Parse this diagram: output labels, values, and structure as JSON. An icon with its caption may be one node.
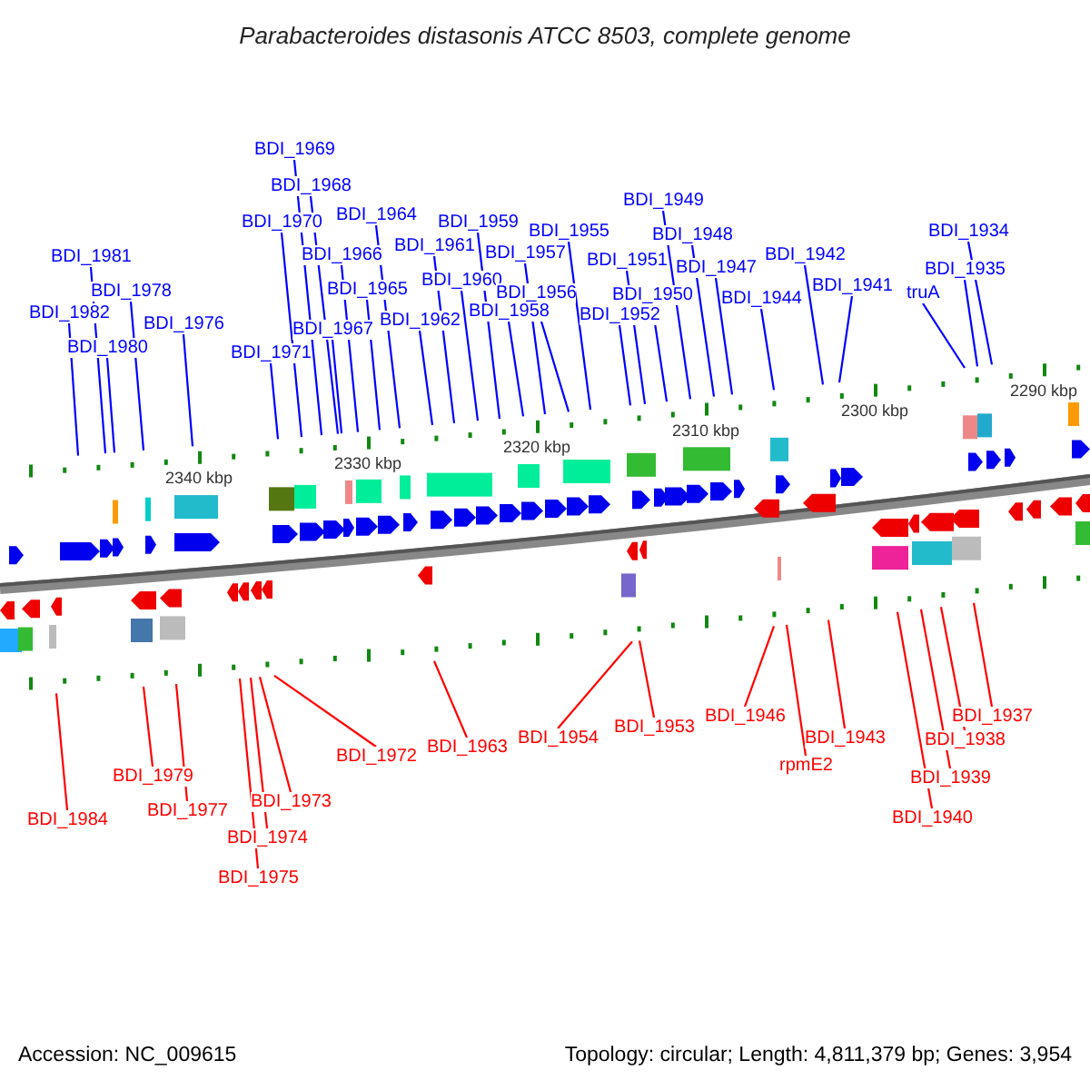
{
  "diagram": {
    "title": "Parabacteroides distasonis ATCC 8503, complete genome",
    "nodes": [
      {
        "text": [
          "BDI_1981"
        ]
      },
      {
        "text": [
          "BDI_1982"
        ]
      },
      {
        "text": [
          "BDI_1978"
        ]
      },
      {
        "text": [
          "BDI_1980"
        ]
      },
      {
        "text": [
          "BDI_1976"
        ]
      },
      {
        "text": [
          "BDI_1969"
        ]
      },
      {
        "text": [
          "BDI_1968"
        ]
      },
      {
        "text": [
          "BDI_1970"
        ]
      },
      {
        "text": [
          "BDI_1964"
        ]
      },
      {
        "text": [
          "BDI_1966"
        ]
      },
      {
        "text": [
          "BDI_1965"
        ]
      },
      {
        "text": [
          "BDI_1967"
        ]
      },
      {
        "text": [
          "BDI_1971"
        ]
      },
      {
        "text": [
          "BDI_1959"
        ]
      },
      {
        "text": [
          "BDI_1961"
        ]
      },
      {
        "text": [
          "BDI_1960"
        ]
      },
      {
        "text": [
          "BDI_1962"
        ]
      },
      {
        "text": [
          "BDI_1958"
        ]
      },
      {
        "text": [
          "BDI_1955"
        ]
      },
      {
        "text": [
          "BDI_1957"
        ]
      },
      {
        "text": [
          "BDI_1956"
        ]
      },
      {
        "text": [
          "BDI_1949"
        ]
      },
      {
        "text": [
          "BDI_1948"
        ]
      },
      {
        "text": [
          "BDI_1951"
        ]
      },
      {
        "text": [
          "BDI_1947"
        ]
      },
      {
        "text": [
          "BDI_1950"
        ]
      },
      {
        "text": [
          "BDI_1952"
        ]
      },
      {
        "text": [
          "BDI_1944"
        ]
      },
      {
        "text": [
          "BDI_1942"
        ]
      },
      {
        "text": [
          "BDI_1941"
        ]
      },
      {
        "text": [
          "BDI_1934"
        ]
      },
      {
        "text": [
          "BDI_1935"
        ]
      },
      {
        "text": [
          "truA"
        ]
      },
      {
        "text": [
          "BDI_1984"
        ]
      },
      {
        "text": [
          "BDI_1979"
        ]
      },
      {
        "text": [
          "BDI_1977"
        ]
      },
      {
        "text": [
          "BDI_1972"
        ]
      },
      {
        "text": [
          "BDI_1973"
        ]
      },
      {
        "text": [
          "BDI_1974"
        ]
      },
      {
        "text": [
          "BDI_1975"
        ]
      },
      {
        "text": [
          "BDI_1963"
        ]
      },
      {
        "text": [
          "BDI_1954"
        ]
      },
      {
        "text": [
          "BDI_1953"
        ]
      },
      {
        "text": [
          "BDI_1946"
        ]
      },
      {
        "text": [
          "rpmE2"
        ]
      },
      {
        "text": [
          "BDI_1943"
        ]
      },
      {
        "text": [
          "BDI_1937"
        ]
      },
      {
        "text": [
          "BDI_1938"
        ]
      },
      {
        "text": [
          "BDI_1939"
        ]
      },
      {
        "text": [
          "BDI_1940"
        ]
      }
    ],
    "edges": [
      {
        "from": 0,
        "to": null,
        "arrow": "none"
      },
      {
        "from": 1,
        "to": null,
        "arrow": "none"
      },
      {
        "from": 2,
        "to": null,
        "arrow": "none"
      },
      {
        "from": 3,
        "to": null,
        "arrow": "none"
      },
      {
        "from": 4,
        "to": null,
        "arrow": "none"
      },
      {
        "from": 5,
        "to": null,
        "arrow": "none"
      },
      {
        "from": 6,
        "to": null,
        "arrow": "none"
      },
      {
        "from": 7,
        "to": null,
        "arrow": "none"
      },
      {
        "from": 8,
        "to": null,
        "arrow": "none"
      },
      {
        "from": 9,
        "to": null,
        "arrow": "none"
      },
      {
        "from": 10,
        "to": null,
        "arrow": "none"
      },
      {
        "from": 11,
        "to": null,
        "arrow": "none"
      },
      {
        "from": 12,
        "to": null,
        "arrow": "none"
      },
      {
        "from": 13,
        "to": null,
        "arrow": "none"
      },
      {
        "from": 14,
        "to": null,
        "arrow": "none"
      },
      {
        "from": 15,
        "to": null,
        "arrow": "none"
      },
      {
        "from": 16,
        "to": null,
        "arrow": "none"
      },
      {
        "from": 17,
        "to": null,
        "arrow": "none"
      },
      {
        "from": 18,
        "to": null,
        "arrow": "none"
      },
      {
        "from": 19,
        "to": null,
        "arrow": "none"
      },
      {
        "from": 20,
        "to": null,
        "arrow": "none"
      },
      {
        "from": 21,
        "to": null,
        "arrow": "none"
      },
      {
        "from": 22,
        "to": null,
        "arrow": "none"
      },
      {
        "from": 23,
        "to": null,
        "arrow": "none"
      },
      {
        "from": 24,
        "to": null,
        "arrow": "none"
      },
      {
        "from": 25,
        "to": null,
        "arrow": "none"
      },
      {
        "from": 26,
        "to": null,
        "arrow": "none"
      },
      {
        "from": 27,
        "to": null,
        "arrow": "none"
      },
      {
        "from": 28,
        "to": null,
        "arrow": "none"
      },
      {
        "from": 29,
        "to": null,
        "arrow": "none"
      },
      {
        "from": 30,
        "to": null,
        "arrow": "none"
      },
      {
        "from": 31,
        "to": null,
        "arrow": "none"
      },
      {
        "from": 32,
        "to": null,
        "arrow": "none"
      },
      {
        "from": 33,
        "to": null,
        "arrow": "none",
        "color": "#ff0000"
      },
      {
        "from": 34,
        "to": null,
        "arrow": "none",
        "color": "#ff0000"
      },
      {
        "from": 35,
        "to": null,
        "arrow": "none",
        "color": "#ff0000"
      },
      {
        "from": 36,
        "to": null,
        "arrow": "none",
        "color": "#ff0000"
      },
      {
        "from": 37,
        "to": null,
        "arrow": "none",
        "color": "#ff0000"
      },
      {
        "from": 38,
        "to": null,
        "arrow": "none",
        "color": "#ff0000"
      },
      {
        "from": 39,
        "to": null,
        "arrow": "none",
        "color": "#ff0000"
      },
      {
        "from": 40,
        "to": null,
        "arrow": "none",
        "color": "#ff0000"
      },
      {
        "from": 41,
        "to": null,
        "arrow": "none",
        "color": "#ff0000"
      },
      {
        "from": 42,
        "to": null,
        "arrow": "none",
        "color": "#ff0000"
      },
      {
        "from": 43,
        "to": null,
        "arrow": "none",
        "color": "#ff0000"
      },
      {
        "from": 44,
        "to": null,
        "arrow": "none",
        "color": "#ff0000"
      },
      {
        "from": 45,
        "to": null,
        "arrow": "none",
        "color": "#ff0000"
      },
      {
        "from": 46,
        "to": null,
        "arrow": "none",
        "color": "#ff0000"
      },
      {
        "from": 47,
        "to": null,
        "arrow": "none",
        "color": "#ff0000"
      },
      {
        "from": 48,
        "to": null,
        "arrow": "none",
        "color": "#ff0000"
      },
      {
        "from": 49,
        "to": null,
        "arrow": "none",
        "color": "#ff0000"
      }
    ],
    "labels": [
      "2340 kbp",
      "2330 kbp",
      "2320 kbp",
      "2310 kbp",
      "2300 kbp",
      "2290 kbp",
      "Accession: NC_009615",
      "Topology: circular; Length: 4,811,379 bp; Genes: 3,954"
    ]
  }
}
